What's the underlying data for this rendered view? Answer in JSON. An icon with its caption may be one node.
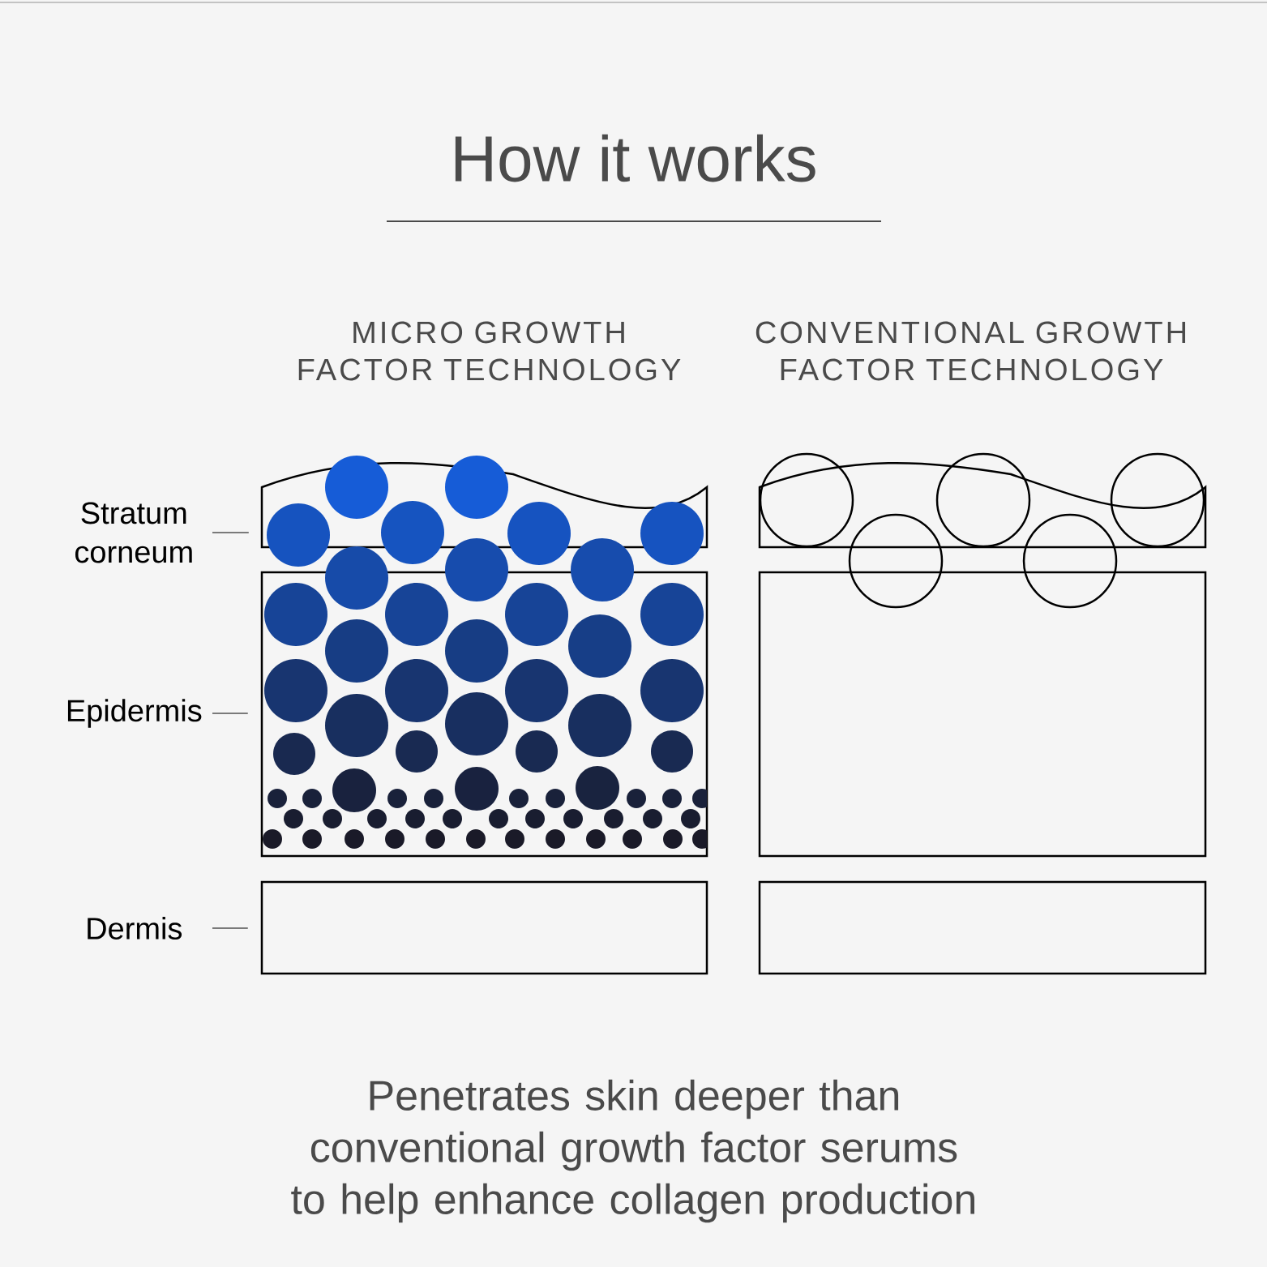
{
  "diagram": {
    "title": "How it works",
    "nodes": [
      {
        "text": [
          "Stratum corneum"
        ]
      },
      {
        "text": [
          "Epidermis"
        ]
      },
      {
        "text": [
          "Dermis"
        ]
      },
      {
        "text": [],
        "shape": "box"
      },
      {
        "text": [],
        "shape": "box"
      },
      {
        "text": [],
        "shape": "box"
      },
      {
        "text": [],
        "shape": "box"
      },
      {
        "text": [],
        "shape": "box"
      },
      {
        "text": [],
        "shape": "box"
      }
    ],
    "edges": [
      {
        "from": 0,
        "to": 3,
        "arrow": "none"
      },
      {
        "from": 1,
        "to": 5,
        "arrow": "none"
      },
      {
        "from": 2,
        "to": 7,
        "arrow": "none"
      }
    ],
    "labels": [
      "MICRO GROWTH FACTOR TECHNOLOGY",
      "CONVENTIONAL GROWTH FACTOR TECHNOLOGY"
    ],
    "caption": "Penetrates skin deeper than conventional growth factor serums to help enhance collagen production"
  }
}
